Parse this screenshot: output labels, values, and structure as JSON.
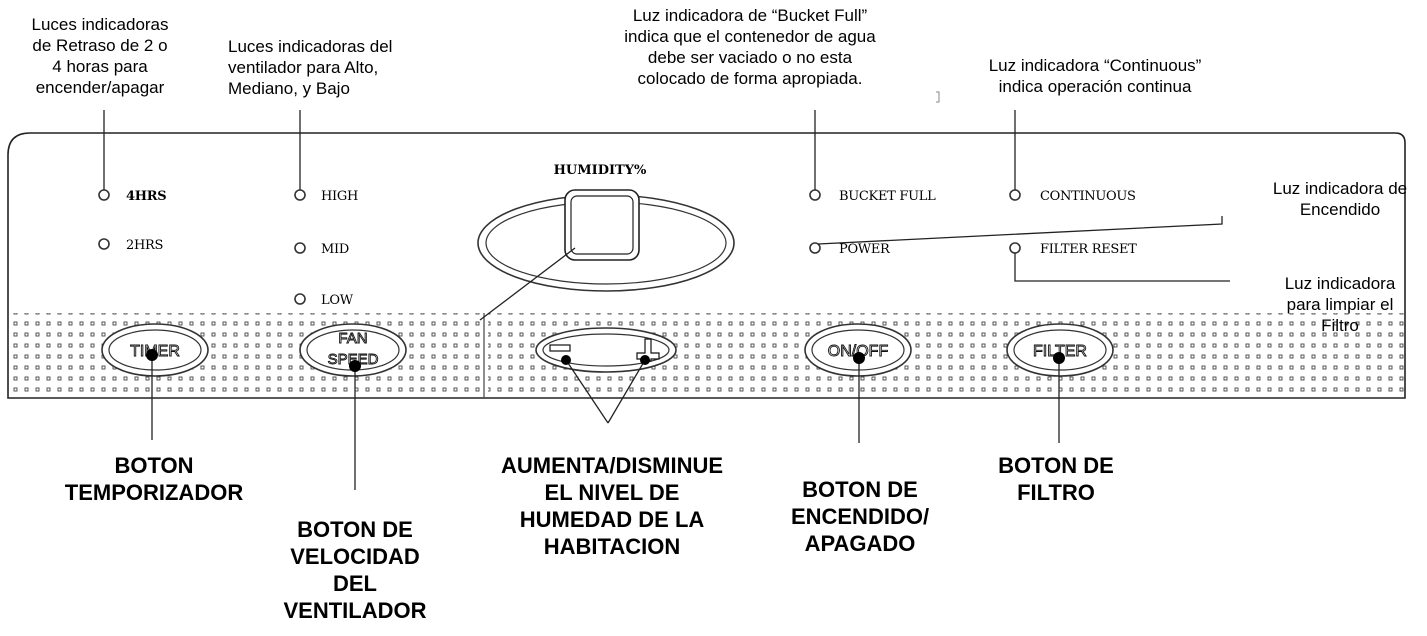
{
  "panel": {
    "humidity_title": "HUMIDITY%",
    "leds": {
      "hrs4": "4HRS",
      "hrs2": "2HRS",
      "high": "HIGH",
      "mid": "MID",
      "low": "LOW",
      "bucket_full": "BUCKET FULL",
      "power": "POWER",
      "continuous": "CONTINUOUS",
      "filter_reset": "FILTER RESET"
    },
    "buttons": {
      "timer": "TIMER",
      "fan_line1": "FAN",
      "fan_line2": "SPEED",
      "minus": "−",
      "plus": "+",
      "onoff": "ON/OFF",
      "filter": "FILTER"
    }
  },
  "annotations": {
    "timer_leds": "Luces indicadoras\nde Retraso de 2 o\n4 horas para\nencender/apagar",
    "fan_leds": "Luces indicadoras del\nventilador  para Alto,\nMediano, y Bajo",
    "bucket_led": "Luz indicadora de “Bucket Full”\nindica que el contenedor de agua\ndebe ser vaciado o no esta\ncolocado de forma apropiada.",
    "continuous_led": "Luz indicadora “Continuous”\nindica operación continua",
    "power_led": "Luz  indicadora de\nEncendido",
    "filter_led": "Luz indicadora\npara limpiar el\nFiltro"
  },
  "callouts": {
    "timer_button": "BOTON\nTEMPORIZADOR",
    "fan_button": "BOTON DE\nVELOCIDAD\nDEL\nVENTILADOR",
    "humidity_buttons": "AUMENTA/DISMINUE\nEL NIVEL DE\nHUMEDAD DE LA\nHABITACION",
    "onoff_button": "BOTON DE\nENCENDIDO/\nAPAGADO",
    "filter_button": "BOTON DE\nFILTRO"
  }
}
